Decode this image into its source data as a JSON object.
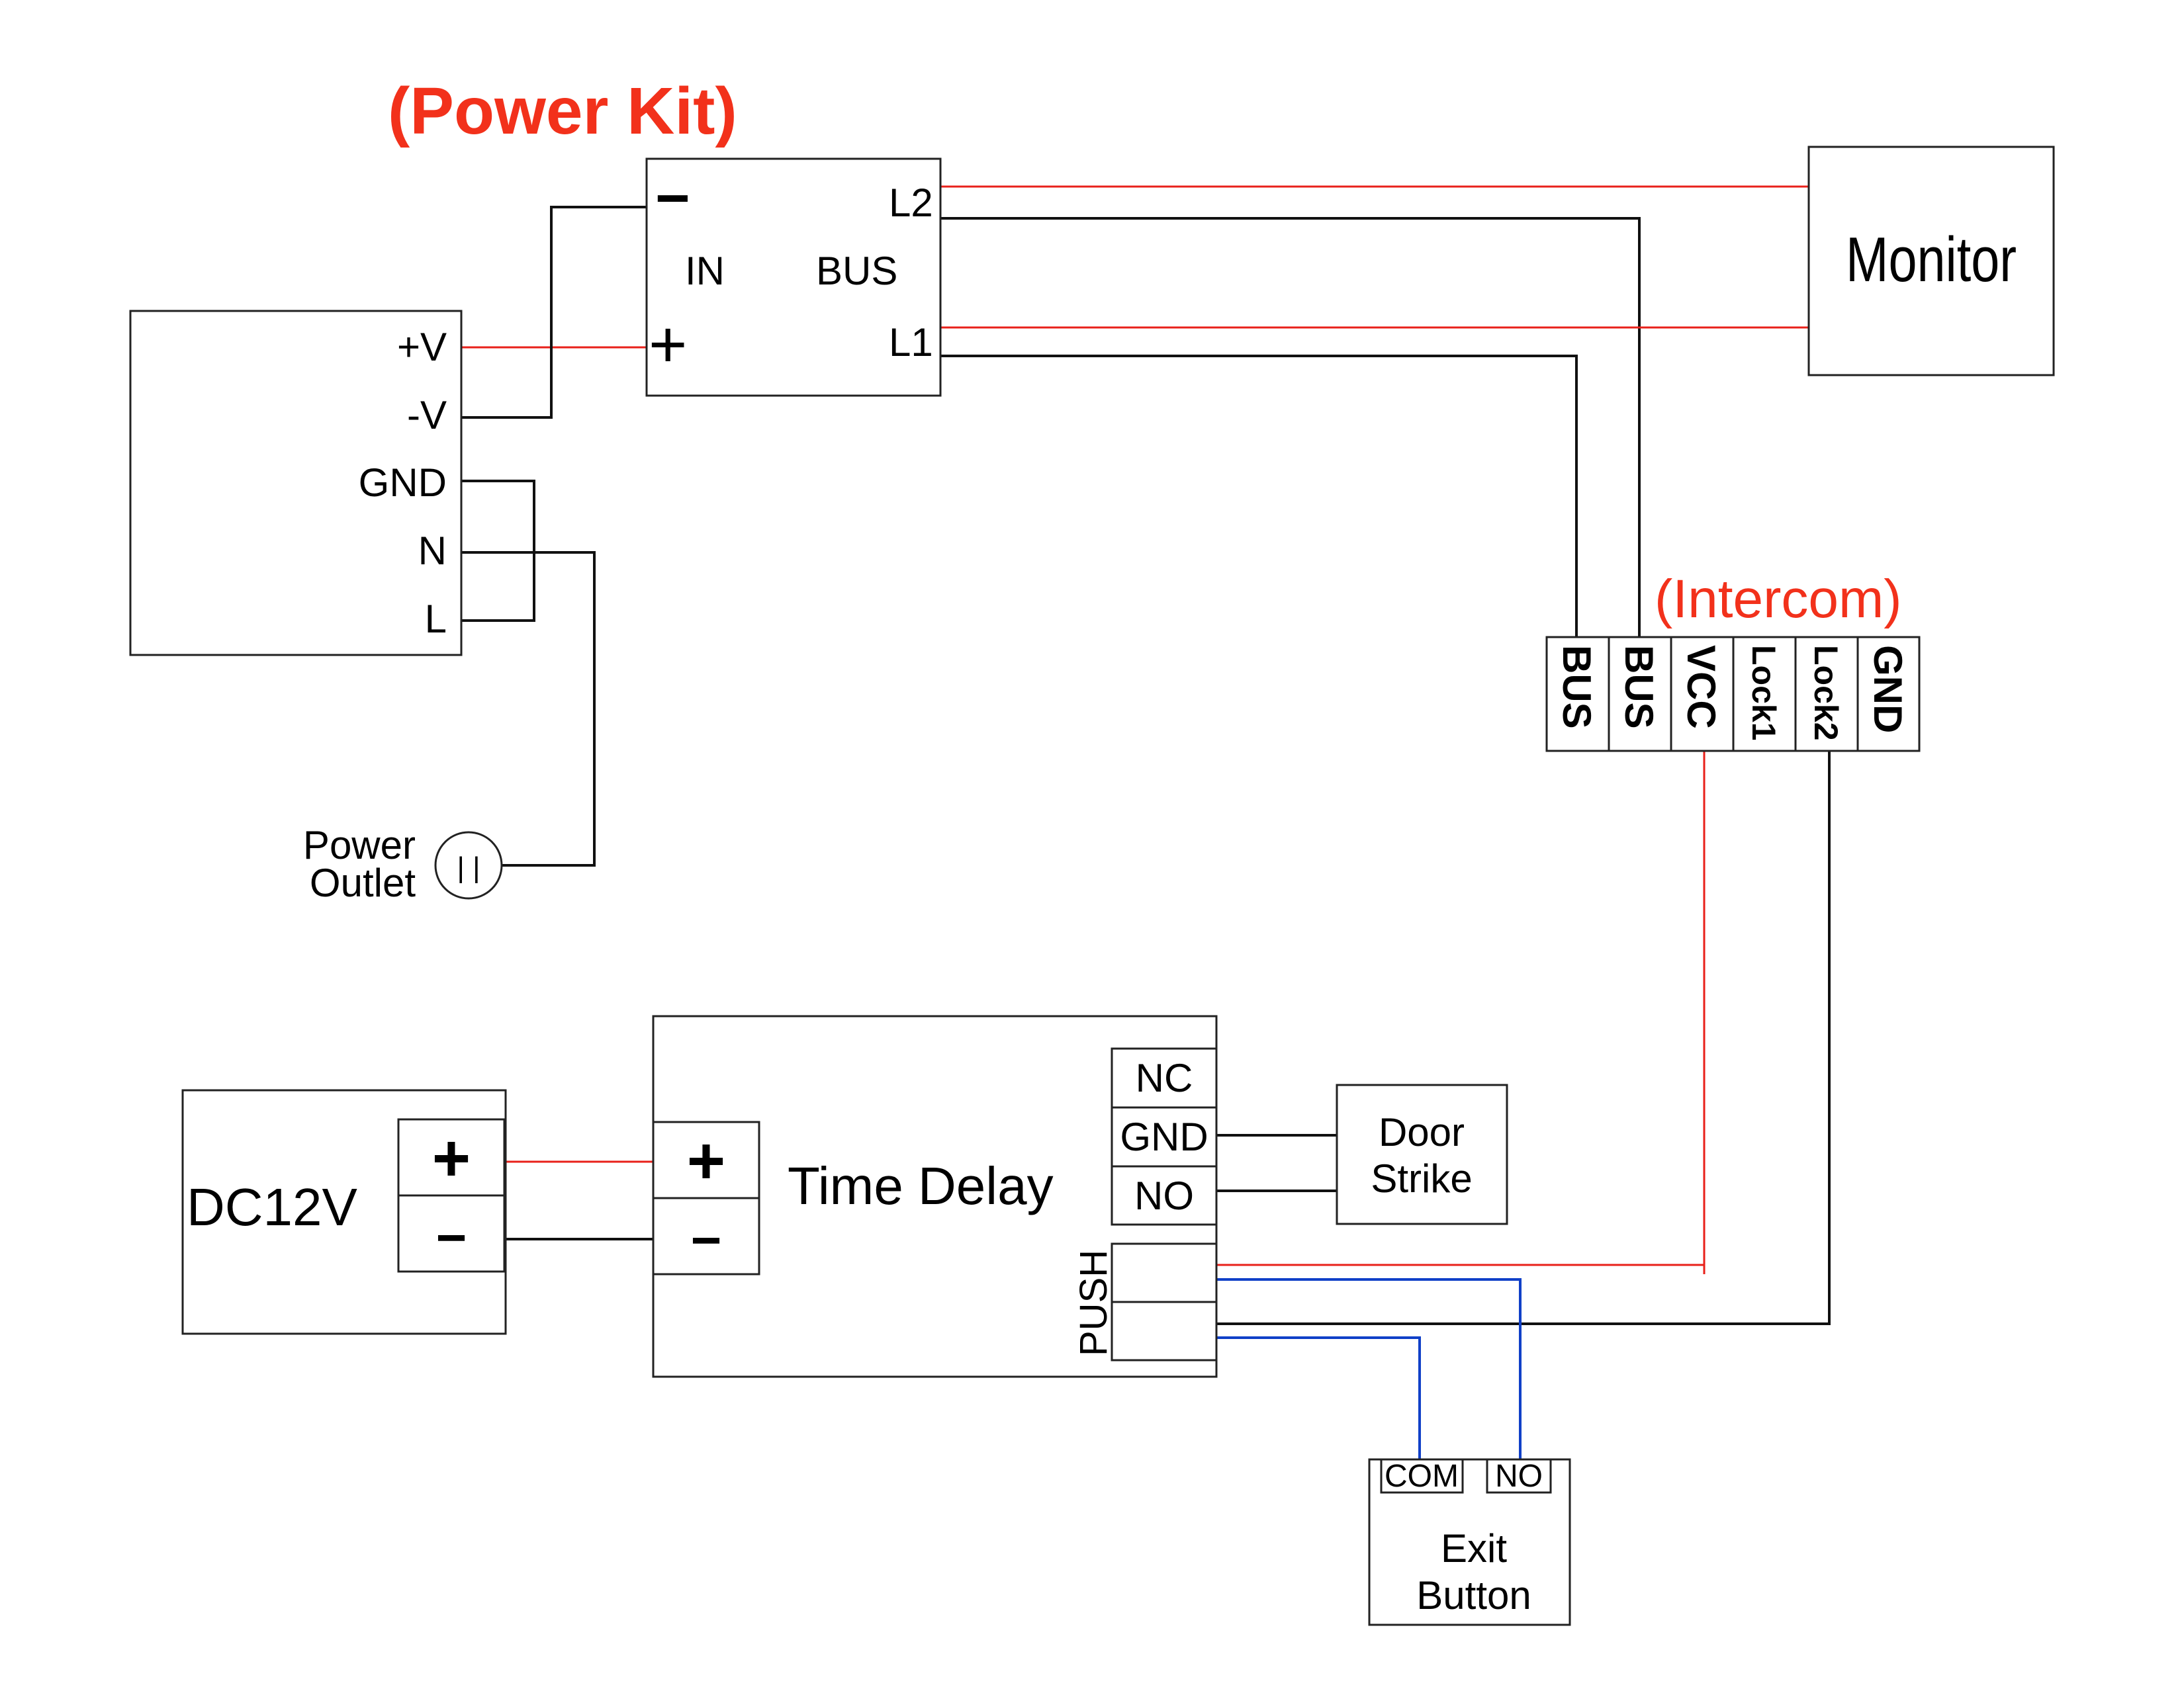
{
  "power_kit": {
    "title": "(Power Kit)",
    "minus": "−",
    "plus": "+",
    "in_label": "IN",
    "bus_label": "BUS",
    "l2_label": "L2",
    "l1_label": "L1"
  },
  "power_supply": {
    "terminals": [
      "+V",
      "-V",
      "GND",
      "N",
      "L"
    ]
  },
  "monitor": {
    "label": "Monitor"
  },
  "power_outlet": {
    "label_line1": "Power",
    "label_line2": "Outlet",
    "symbol": "| |"
  },
  "intercom": {
    "title": "(Intercom)",
    "terminals": [
      "BUS",
      "BUS",
      "VCC",
      "Lock1",
      "Lock2",
      "GND"
    ]
  },
  "dc12v": {
    "label": "DC12V",
    "plus": "+",
    "minus": "−"
  },
  "time_delay": {
    "label": "Time Delay",
    "plus": "+",
    "minus": "−",
    "nc": "NC",
    "gnd": "GND",
    "no": "NO",
    "push": "PUSH"
  },
  "door_strike": {
    "line1": "Door",
    "line2": "Strike"
  },
  "exit_button": {
    "com": "COM",
    "no": "NO",
    "line1": "Exit",
    "line2": "Button"
  },
  "colors": {
    "red_wire": "#e8201a",
    "black_wire": "#111111",
    "blue_wire": "#1040c8",
    "title_red": "#f2311b"
  }
}
